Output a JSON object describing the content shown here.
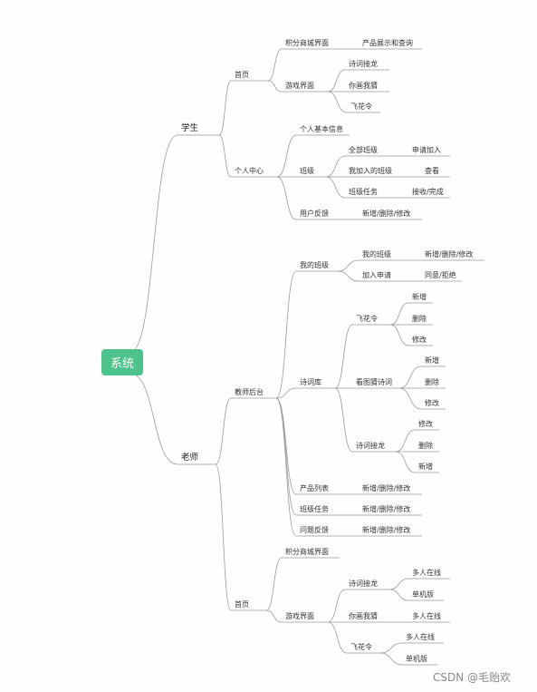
{
  "root": "系统",
  "nodes": {
    "student": "学生",
    "s_home": "首页",
    "s_mall": "积分商城界面",
    "s_mall_1": "产品展示和查询",
    "s_game": "游戏界面",
    "s_game_1": "诗词接龙",
    "s_game_2": "你画我猜",
    "s_game_3": "飞花令",
    "s_center": "个人中心",
    "s_info": "个人基本信息",
    "s_class": "班级",
    "s_class_all": "全部班级",
    "s_class_all_act": "申请加入",
    "s_class_mine": "我加入的班级",
    "s_class_mine_act": "查看",
    "s_class_task": "班级任务",
    "s_class_task_act": "接收/完成",
    "s_feedback": "用户反馈",
    "s_feedback_act": "新增/删除/修改",
    "teacher": "老师",
    "t_admin": "教师后台",
    "t_myclass": "我的班级",
    "t_myclass_1": "我的班级",
    "t_myclass_1_act": "新增/删除/修改",
    "t_myclass_2": "加入申请",
    "t_myclass_2_act": "同意/拒绝",
    "t_poetry": "诗词库",
    "t_fhl": "飞花令",
    "t_fhl_1": "新增",
    "t_fhl_2": "删除",
    "t_fhl_3": "修改",
    "t_guess": "看图猜诗词",
    "t_guess_1": "新增",
    "t_guess_2": "删除",
    "t_guess_3": "修改",
    "t_jl": "诗词接龙",
    "t_jl_1": "修改",
    "t_jl_2": "删除",
    "t_jl_3": "新增",
    "t_products": "产品列表",
    "t_products_act": "新增/删除/修改",
    "t_tasks": "班级任务",
    "t_tasks_act": "新增/删除/修改",
    "t_feedback": "问题反馈",
    "t_feedback_act": "新增/删除/修改",
    "t_home": "首页",
    "t_mall": "积分商城界面",
    "t_game": "游戏界面",
    "t_game_jl": "诗词接龙",
    "t_game_jl_1": "多人在线",
    "t_game_jl_2": "单机版",
    "t_game_guess": "你画我猜",
    "t_game_guess_1": "多人在线",
    "t_game_fhl": "飞花令",
    "t_game_fhl_1": "多人在线",
    "t_game_fhl_2": "单机版"
  },
  "watermark": "CSDN @毛贻欢",
  "colors": {
    "root_fill": "#4cc38a",
    "line": "#9a9a9a",
    "text": "#333333"
  }
}
